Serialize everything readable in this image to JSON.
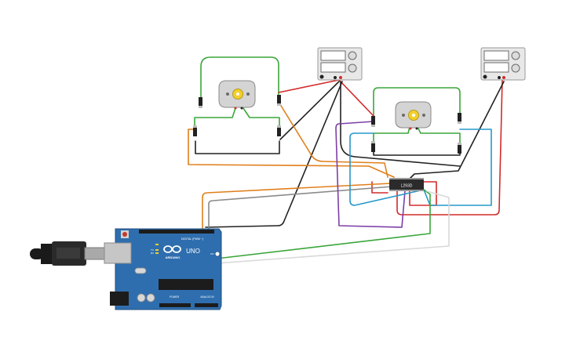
{
  "board": {
    "name_label": "UNO",
    "brand_label": "ARDUINO",
    "digital_label": "DIGITAL (PWM ~)",
    "power_label": "POWER",
    "analog_label": "ANALOG IN",
    "tx_label": "TX",
    "rx_label": "RX",
    "on_label": "ON"
  },
  "driver_ic": {
    "label": "L293D"
  },
  "components": {
    "motors": [
      "motor-1",
      "motor-2"
    ],
    "power_supplies": [
      "power-supply-1",
      "power-supply-2"
    ],
    "diodes_per_motor": 4
  },
  "colors": {
    "wire_green": "#3aa63a",
    "wire_red": "#d42a2a",
    "wire_black": "#222222",
    "wire_orange": "#e07f1c",
    "wire_purple": "#7c3fa6",
    "wire_blue": "#2798c8",
    "wire_grey": "#8a8a8a",
    "wire_white": "#d8d8d8",
    "board_blue": "#2f6eae",
    "motor_body": "#cfcfcf",
    "motor_shaft": "#f2cf2c"
  }
}
